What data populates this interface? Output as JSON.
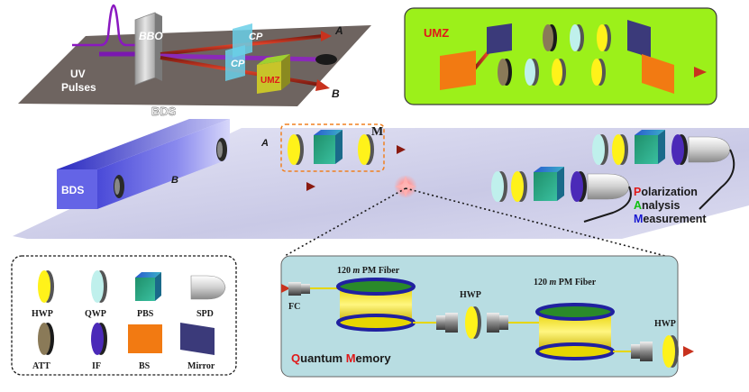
{
  "top_left": {
    "uv_line1": "UV",
    "uv_line2": "Pulses",
    "bbo": "BBO",
    "cp_upper": "CP",
    "cp_lower": "CP",
    "umz": "UMZ",
    "bds": "BDS",
    "out_a": "A",
    "out_b": "B"
  },
  "umz_panel": {
    "title": "UMZ",
    "background": "#9cf01a"
  },
  "main": {
    "bds": "BDS",
    "path_a": "A",
    "path_b": "B",
    "memory_label": "M",
    "analysis": {
      "line1_initial": "P",
      "line1_rest": "olarization",
      "line2_initial": "A",
      "line2_rest": "nalysis",
      "line3_initial": "M",
      "line3_rest": "easurement"
    }
  },
  "legend": {
    "hwp": "HWP",
    "qwp": "QWP",
    "pbs": "PBS",
    "spd": "SPD",
    "att": "ATT",
    "if": "IF",
    "bs": "BS",
    "mirror": "Mirror"
  },
  "memory_panel": {
    "fiber1_prefix": "120 ",
    "fiber1_unit": "m",
    "fiber1_suffix": " PM Fiber",
    "fiber2_prefix": "120 ",
    "fiber2_unit": "m",
    "fiber2_suffix": " PM Fiber",
    "fc": "FC",
    "hwp_mid": "HWP",
    "hwp_end": "HWP",
    "title_q": "Q",
    "title_uantum": "uantum ",
    "title_m": "M",
    "title_emory": "emory",
    "background": "#b8dde2"
  },
  "colors": {
    "beam": "#c8321e",
    "hwp": "#fff21a",
    "qwp": "#bff0ec",
    "if": "#4b2ab8",
    "pbs": "#2aa888",
    "bs": "#f27a12",
    "mirror": "#3b3a7a",
    "att": "#8a7a58",
    "red": "#e01818",
    "green": "#10c010",
    "blue": "#1818d0"
  }
}
